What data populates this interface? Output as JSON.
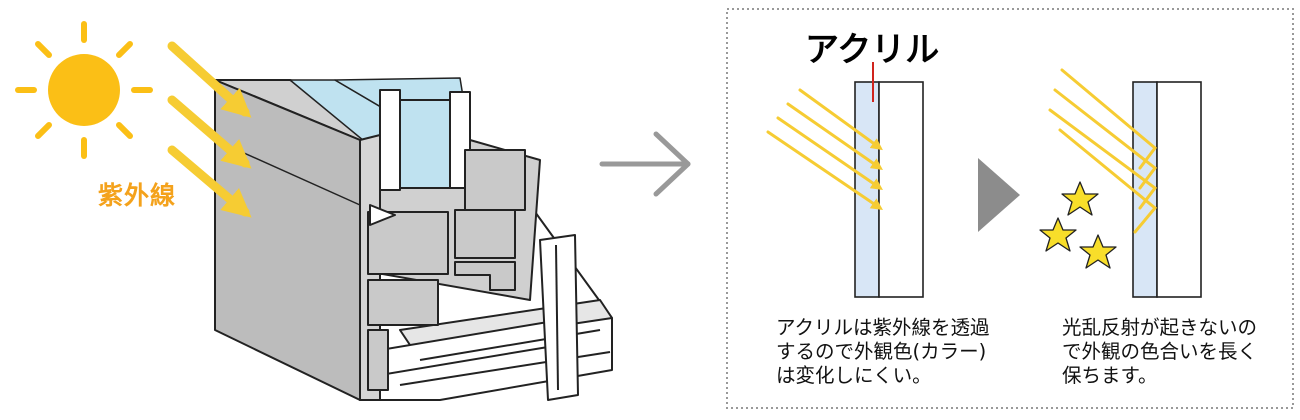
{
  "uv_label": "紫外線",
  "acrylic_label": "アクリル",
  "caption_left": [
    "アクリルは紫外線を透過",
    "するので外観色(カラー)",
    "は変化しにくい。"
  ],
  "caption_right": [
    "光乱反射が起きないの",
    "で外観の色合いを長く",
    "保ちます。"
  ],
  "colors": {
    "sun": "#fbbf16",
    "ray": "#f6cc33",
    "arrow": "#999999",
    "frame": "#c0c0c0",
    "glass": "#bfe2f0",
    "acrylic": "#d8e6f6",
    "accent": "#d0241d",
    "star": "#f8de2a",
    "dotted_border": "#999999"
  }
}
